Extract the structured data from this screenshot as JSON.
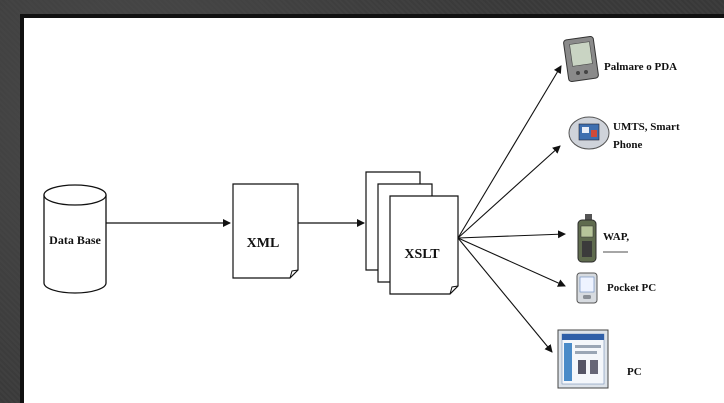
{
  "nodes": {
    "database": "Data Base",
    "xml": "XML",
    "xslt": "XSLT"
  },
  "devices": [
    {
      "label": "Palmare o PDA",
      "icon": "pda-icon"
    },
    {
      "label_line1": "UMTS, Smart",
      "label_line2": "Phone",
      "icon": "smartphone-icon"
    },
    {
      "label": "WAP,",
      "icon": "mobile-phone-icon"
    },
    {
      "label": "Pocket PC",
      "icon": "pocket-pc-icon"
    },
    {
      "label": "PC",
      "icon": "pc-monitor-icon"
    }
  ],
  "colors": {
    "background": "#3a3a3a",
    "panel": "#ffffff",
    "stroke": "#111111"
  }
}
